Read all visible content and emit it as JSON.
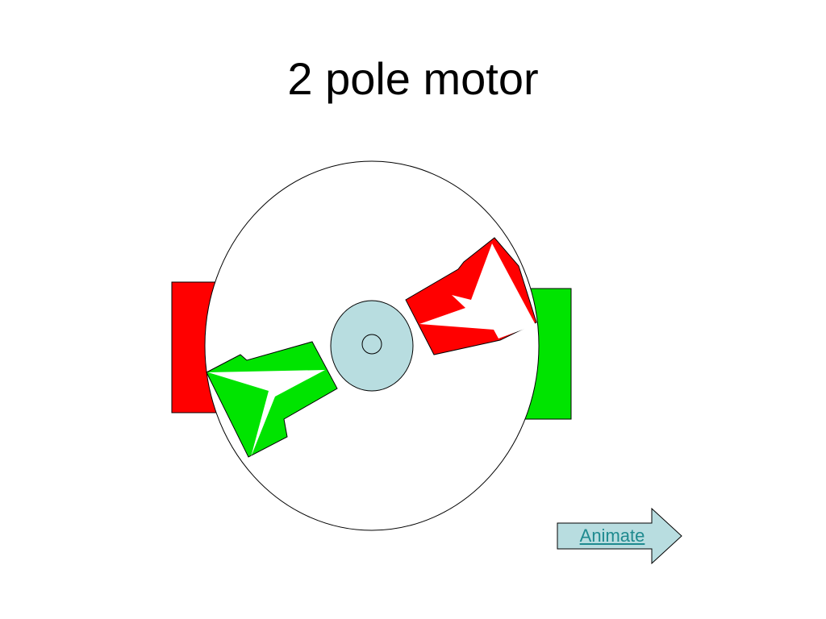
{
  "slide": {
    "title": "2 pole motor"
  },
  "colors": {
    "north_pole": "#ff0000",
    "south_pole": "#00e400",
    "rotor_core": "#b8dde0",
    "arrow_fill": "#ffffff",
    "outline": "#000000",
    "button_fill": "#b8dde0",
    "link_text": "#1f8a8f"
  },
  "diagram": {
    "stator_left_pole_color": "red",
    "stator_right_pole_color": "green",
    "rotor_upper_right_pole_color": "red",
    "rotor_lower_left_pole_color": "green",
    "arrow_icon": "lightning-arrow-icon"
  },
  "controls": {
    "animate_label": "Animate",
    "animate_icon": "right-arrow-icon"
  }
}
